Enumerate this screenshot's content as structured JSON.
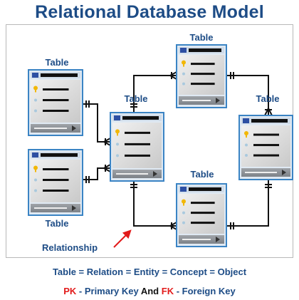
{
  "header": {
    "title": "Relational Database Model"
  },
  "diagram": {
    "table_label": "Table",
    "relationship_label": "Relationship",
    "tables": [
      {
        "id": "table-left-top",
        "label": "Table"
      },
      {
        "id": "table-left-bottom",
        "label": "Table"
      },
      {
        "id": "table-center",
        "label": "Table"
      },
      {
        "id": "table-top",
        "label": "Table"
      },
      {
        "id": "table-right",
        "label": "Table"
      },
      {
        "id": "table-bottom",
        "label": "Table"
      }
    ]
  },
  "footer": {
    "equation": "Table = Relation = Entity = Concept = Object",
    "pk_abbr": "PK",
    "pk_text": " - Primary Key ",
    "and_text": "And",
    "fk_abbr": "FK",
    "fk_text": " - Foreign Key"
  },
  "colors": {
    "title_blue": "#1d4c86",
    "key_red": "#e21b1b",
    "key_gold": "#f2b705",
    "window_border": "#3b84c4"
  }
}
